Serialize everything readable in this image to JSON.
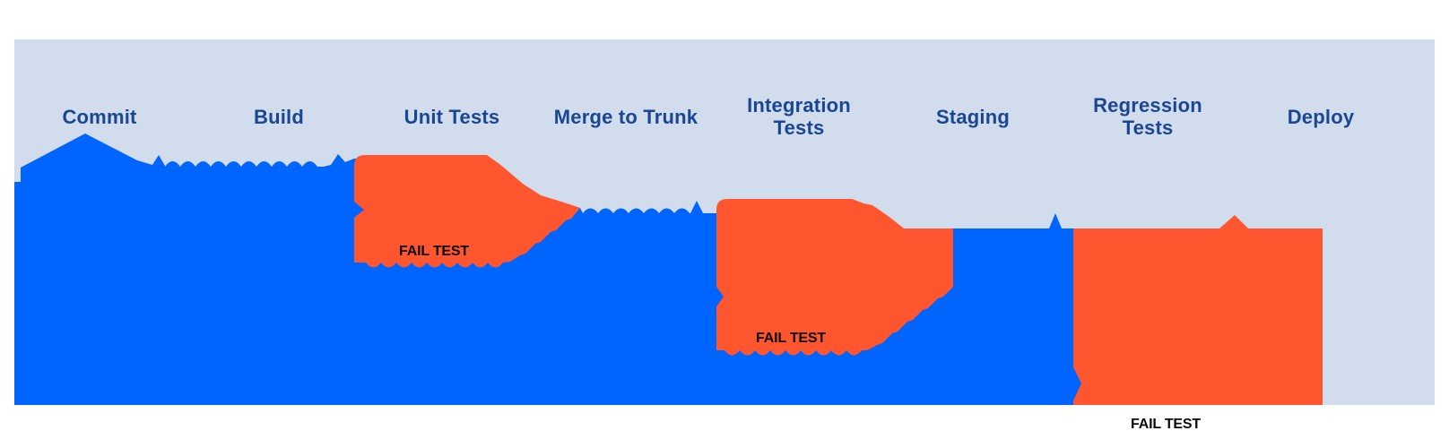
{
  "stages": [
    {
      "label": "Commit"
    },
    {
      "label": "Build"
    },
    {
      "label": "Unit Tests"
    },
    {
      "label": "Merge to Trunk"
    },
    {
      "label": "Integration Tests"
    },
    {
      "label": "Staging"
    },
    {
      "label": "Regression Tests"
    },
    {
      "label": "Deploy"
    }
  ],
  "fail_regions": [
    {
      "label": "FAIL TEST",
      "stage": "Unit Tests"
    },
    {
      "label": "FAIL TEST",
      "stage": "Integration Tests"
    },
    {
      "label": "FAIL TEST",
      "stage": "Regression Tests"
    }
  ],
  "colors": {
    "page_bg": "#ffffff",
    "panel": "#d1dcec",
    "stream": "#0065ff",
    "fail": "#ff5630",
    "stage_label": "#1b4694",
    "fail_label": "#0a0a0a"
  }
}
